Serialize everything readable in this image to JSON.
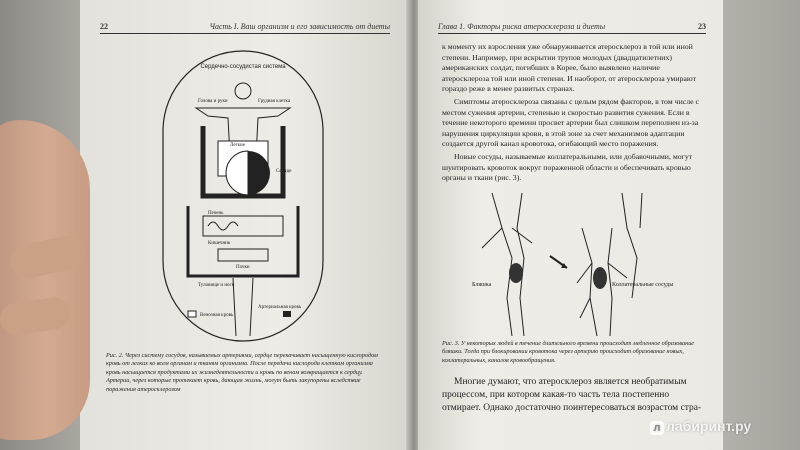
{
  "left_page": {
    "page_number": "22",
    "running_title": "Часть I. Ваш организм и его зависимость от диеты",
    "diagram": {
      "title": "Сердечно-сосудистая система",
      "labels": [
        "Голова и руки",
        "Грудная клетка",
        "Легкие",
        "Сердце",
        "Печень",
        "Кишечник",
        "Почки",
        "Туловище и ноги",
        "Венозная кровь",
        "Артериальная кровь"
      ]
    },
    "caption": "Рис. 2. Через систему сосудов, называемых артериями, сердце перекачивает насыщенную кислородом кровь от легких ко всем органам и тканям организма. После передачи кислорода клеткам организма кровь насыщается продуктами их жизнедеятельности и кровь по венам возвращается к сердцу. Артерии, через которые протекает кровь, дающая жизнь, могут быть закупорены вследствие поражения атеросклерозом"
  },
  "right_page": {
    "page_number": "23",
    "running_title": "Глава 1. Факторы риска атеросклероза и диеты",
    "paragraphs": [
      "к моменту их взросления уже обнаруживается атеросклероз в той или иной степени. Например, при вскрытии трупов молодых (двадцатилетних) американских солдат, погибших в Корее, было выявлено наличие атеросклероза той или иной степени. И наоборот, от атеросклероза умирают гораздо реже в менее развитых странах.",
      "Симптомы атеросклероза связаны с целым рядом факторов, в том числе с местом сужения артерии, степенью и скоростью развития сужения. Если в течение некоторого времени просвет артерии был слишком переполнен из-за нарушения циркуляции крови, в этой зоне за счет механизмов адаптации создается другой канал кровотока, огибающий место поражения.",
      "Новые сосуды, называемые коллатеральными, или добавочными, могут шунтировать кровоток вокруг пораженной области и обеспечивать кровью органы и ткани (рис. 3)."
    ],
    "figure_labels": {
      "plaque": "Бляшка",
      "collateral": "Коллатеральные сосуды"
    },
    "caption": "Рис. 3. У некоторых людей в течение длительного времени происходит медленное образование бляшки. Тогда при блокировании кровотока через артерию происходит образование новых, коллатеральных, каналов кровообращения.",
    "bottom_text": "Многие думают, что атеросклероз является необратимым процессом, при котором какая-то часть тела постепенно отмирает. Однако достаточно поинтересоваться возрастом стра-"
  },
  "watermark": "лабиринт.ру"
}
